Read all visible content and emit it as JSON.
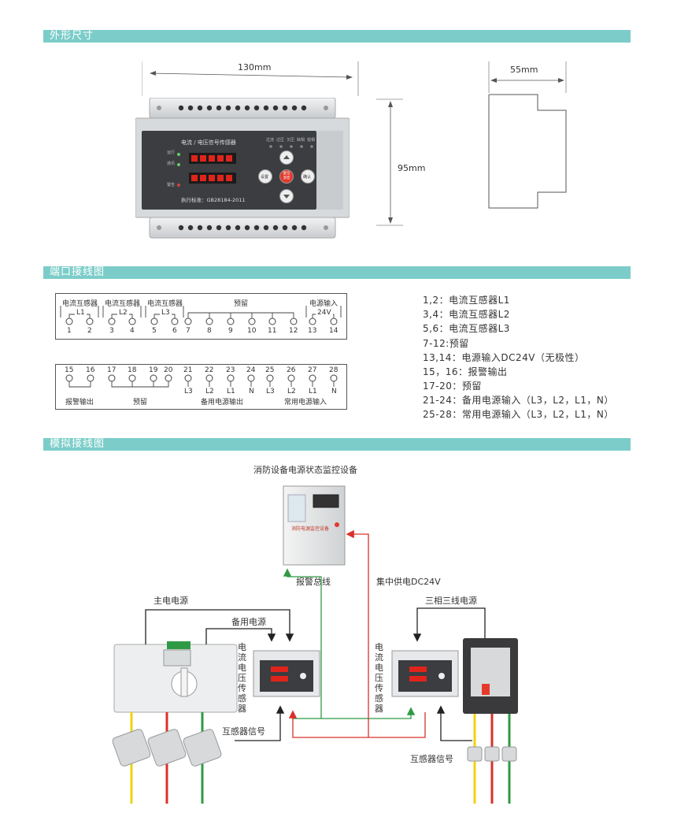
{
  "sections": {
    "dimensions": "外形尺寸",
    "ports": "端口接线图",
    "simulation": "模拟接线图"
  },
  "dimensions": {
    "width": "130mm",
    "height": "95mm",
    "depth": "55mm",
    "device_title": "电流 / 电压信号传感器",
    "standard": "执行标准：GB28184-2011",
    "led_run": "运行",
    "led_comm": "通讯",
    "led_alarm": "警告",
    "status_labels": [
      "过流",
      "过压",
      "欠压",
      "缺相",
      "错相"
    ],
    "btn_left": "设置",
    "btn_center": "复位\n消音",
    "btn_right": "确认"
  },
  "terminals": {
    "top_groups": [
      "电流互感器",
      "电流互感器",
      "电流互感器",
      "预留",
      "电源输入"
    ],
    "top_inner": [
      "L1",
      "L2",
      "L3",
      "24V"
    ],
    "top_numbers": [
      "1",
      "2",
      "3",
      "4",
      "5",
      "6",
      "7",
      "8",
      "9",
      "10",
      "11",
      "12",
      "13",
      "14"
    ],
    "bottom_numbers": [
      "15",
      "16",
      "17",
      "18",
      "19",
      "20",
      "21",
      "22",
      "23",
      "24",
      "25",
      "26",
      "27",
      "28"
    ],
    "bottom_sublabels": [
      "L3",
      "L2",
      "L1",
      "N",
      "L3",
      "L2",
      "L1",
      "N"
    ],
    "bottom_groups": [
      "报警输出",
      "预留",
      "备用电源输出",
      "常用电源输入"
    ]
  },
  "descriptions": [
    "1,2：电流互感器L1",
    "3,4：电流互感器L2",
    "5,6：电流互感器L3",
    "7-12:预留",
    "13,14：电源输入DC24V（无极性）",
    "15，16：报警输出",
    "17-20：预留",
    "21-24：备用电源输入（L3，L2，L1，N）",
    "25-28：常用电源输入（L3，L2，L1，N）"
  ],
  "wiring": {
    "monitor_title": "消防设备电源状态监控设备",
    "monitor_label": "消防电源监控设备",
    "alarm_bus": "报警总线",
    "central_power": "集中供电DC24V",
    "main_power": "主电电源",
    "backup_power": "备用电源",
    "three_phase": "三相三线电源",
    "sensor_label": "电流电压传感器",
    "ct_signal_left": "互感器信号",
    "ct_signal_right": "互感器信号"
  },
  "colors": {
    "band": "#7ccdc9",
    "wire_red": "#d9312a",
    "wire_green": "#2f9a45",
    "wire_yellow": "#f2d20f"
  }
}
